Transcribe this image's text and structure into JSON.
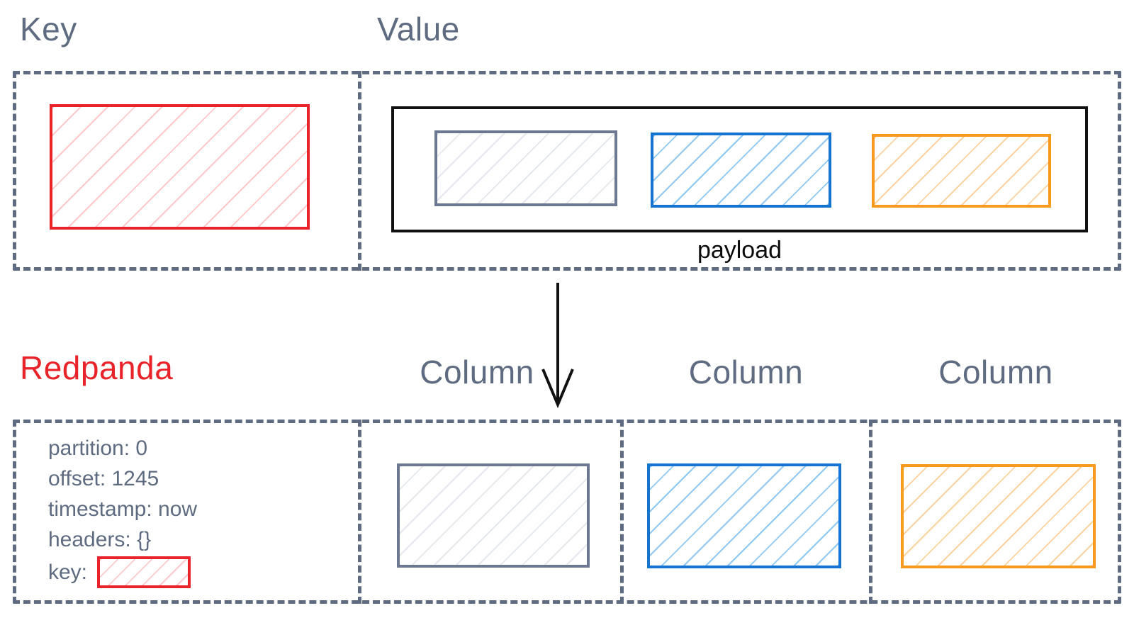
{
  "diagram": {
    "top": {
      "key_label": "Key",
      "value_label": "Value",
      "payload_label": "payload"
    },
    "bottom": {
      "redpanda_label": "Redpanda",
      "column_labels": [
        "Column",
        "Column",
        "Column"
      ],
      "record": {
        "lines": [
          "partition: 0",
          "offset: 1245",
          "timestamp: now",
          "headers: {}"
        ],
        "key_line_label": "key:"
      }
    }
  },
  "colors": {
    "slate": "#5e6b80",
    "red": "#e8232a",
    "red_hatch": "#ffc9cb",
    "gray_border": "#6b7890",
    "gray_hatch": "#e4e7ed",
    "blue_border": "#1674d1",
    "blue_hatch": "#90c7f3",
    "orange_border": "#f79a1e",
    "orange_hatch": "#fcd2a0",
    "arrow_black": "#111111"
  }
}
